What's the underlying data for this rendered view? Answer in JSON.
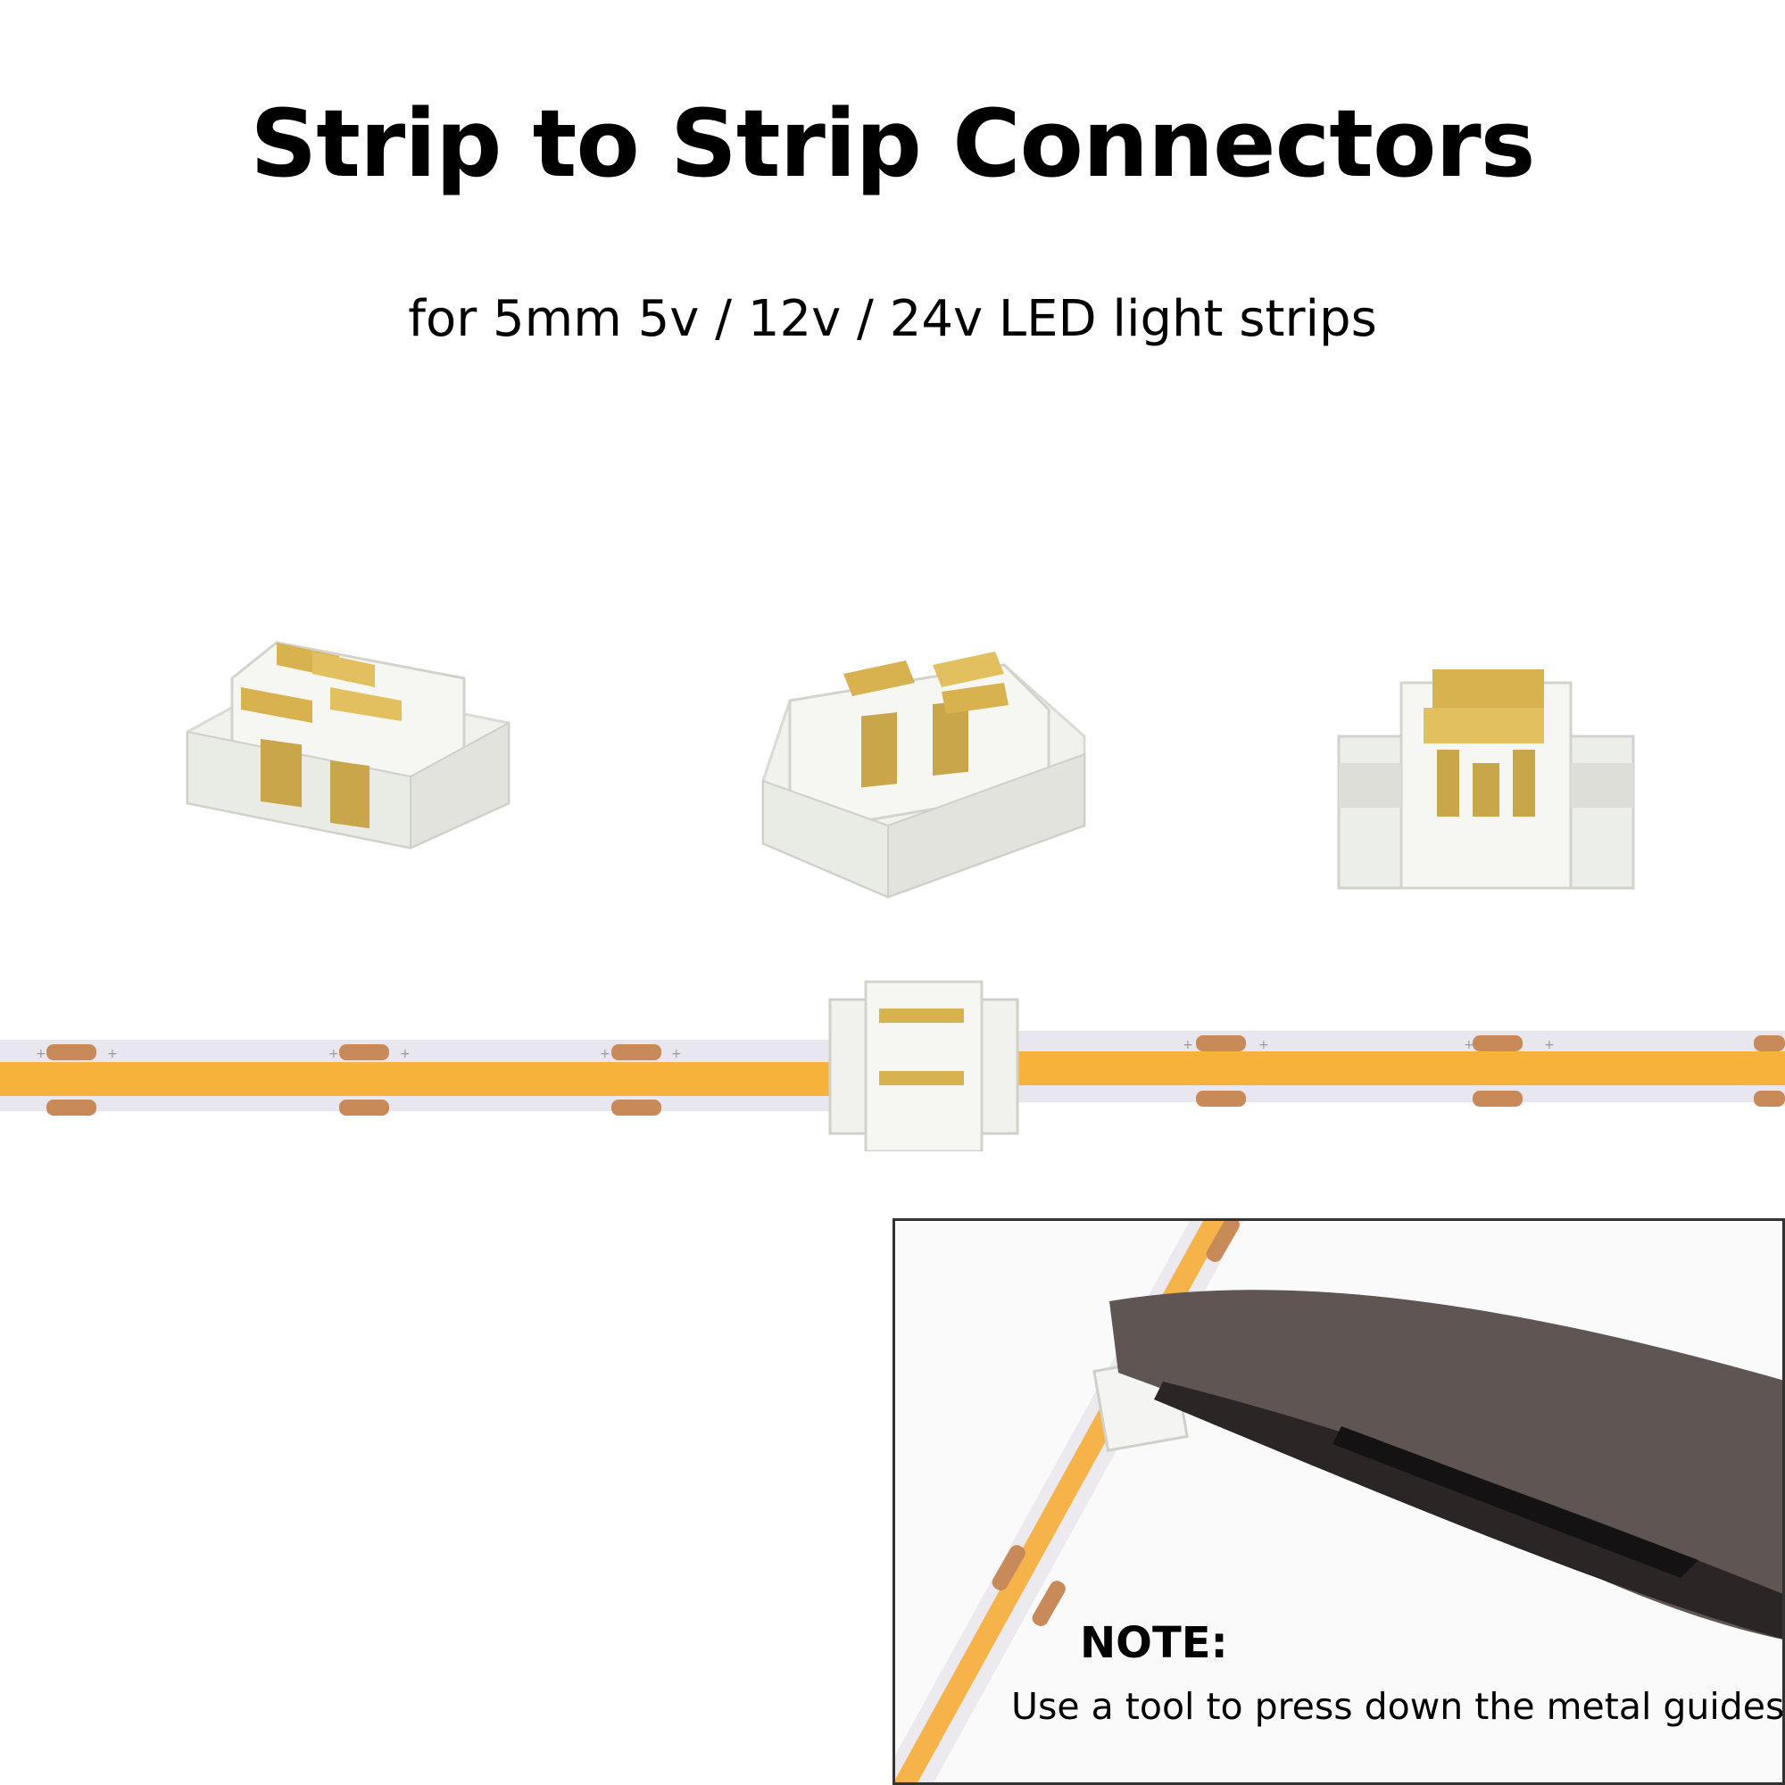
{
  "header": {
    "title": "Strip to Strip Connectors",
    "subtitle": "for 5mm 5v / 12v / 24v LED light strips"
  },
  "products": [
    {
      "name": "connector-angled-left"
    },
    {
      "name": "connector-angled-right"
    },
    {
      "name": "connector-front"
    }
  ],
  "note": {
    "title": "NOTE:",
    "text": "Use a tool to press down the metal guides"
  },
  "colors": {
    "strip_base": "#e8e6ee",
    "strip_phosphor": "#f7b23b",
    "pad": "#c98a5a",
    "gold": "#d7b24f",
    "clear_plastic": "#eef0ee",
    "plier": "#5a4f4b"
  }
}
